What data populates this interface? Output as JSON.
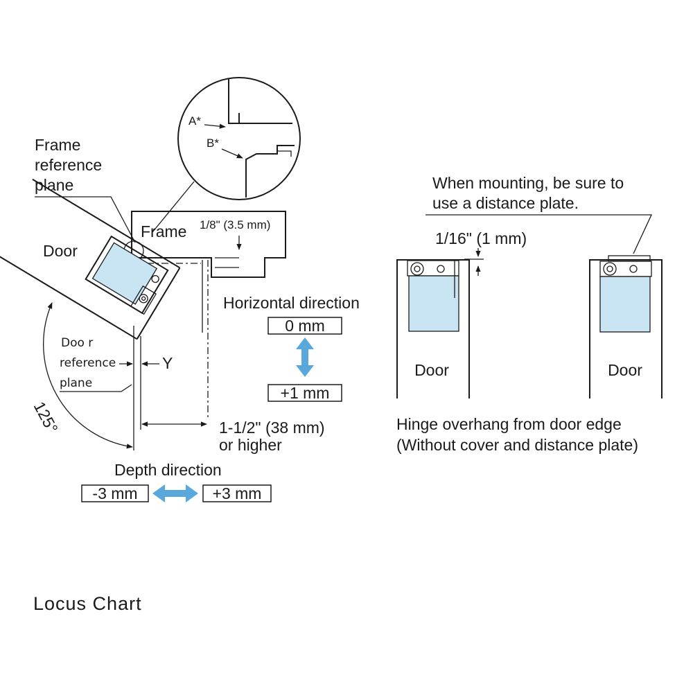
{
  "detail": {
    "label_a": "A*",
    "label_b": "B*"
  },
  "left": {
    "frame_ref_plane": [
      "Frame",
      "reference",
      "plane"
    ],
    "frame_label": "Frame",
    "frame_gap": "1/8\" (3.5 mm)",
    "door_label": "Door",
    "door_ref_plane": [
      "Doo r",
      "reference",
      "plane"
    ],
    "y_label": "Y",
    "angle_label": "125°",
    "min_depth": [
      "1-1/2\" (38 mm)",
      "or higher"
    ]
  },
  "horizontal": {
    "title": "Horizontal direction",
    "top_value": "0 mm",
    "bottom_value": "+1 mm"
  },
  "depth": {
    "title": "Depth direction",
    "left_value": "-3 mm",
    "right_value": "+3 mm"
  },
  "right": {
    "note": [
      "When mounting, be sure to",
      "use a distance plate."
    ],
    "overhang_value": "1/16\" (1 mm)",
    "door_left": "Door",
    "door_right": "Door",
    "caption": [
      "Hinge overhang from door edge",
      "(Without cover and distance plate)"
    ]
  },
  "footer": {
    "title": "Locus Chart"
  },
  "colors": {
    "hinge_fill": "#c9e4f3",
    "arrow": "#5aa7dc",
    "line": "#1a1a1a"
  }
}
